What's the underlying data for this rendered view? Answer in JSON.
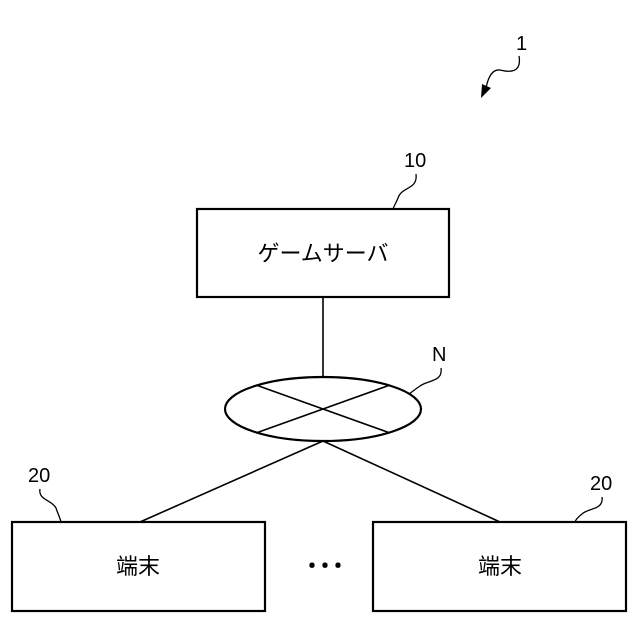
{
  "system": {
    "ref": "1"
  },
  "server": {
    "label": "ゲームサーバ",
    "ref": "10"
  },
  "network": {
    "ref": "N"
  },
  "terminals": [
    {
      "label": "端末",
      "ref": "20"
    },
    {
      "label": "端末",
      "ref": "20"
    }
  ],
  "ellipsis": "･･･"
}
